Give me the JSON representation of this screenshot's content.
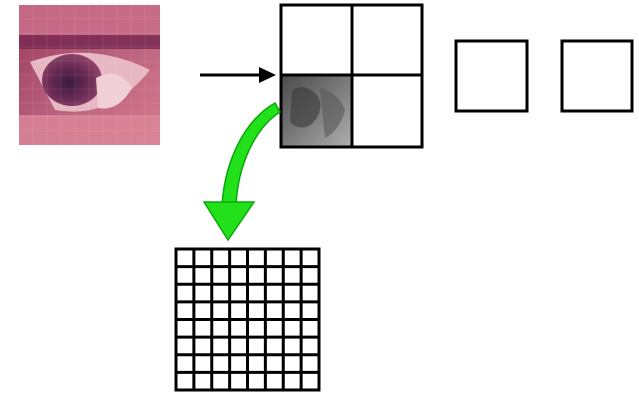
{
  "diagram": {
    "description_free": true,
    "colors": {
      "outline": "#000000",
      "background": "#ffffff",
      "arrow_primary": "#000000",
      "arrow_curved": "#22e01a",
      "arrow_curved_shadow": "#0aa80a"
    },
    "block_grid": {
      "rows": 2,
      "cols": 2,
      "filled_cell": "bottom-left"
    },
    "extra_blocks": {
      "count": 2
    },
    "dct_grid": {
      "rows": 8,
      "cols": 8
    },
    "icons": {
      "source_image": "eye-photo-icon",
      "gray_block": "grayscale-block-icon"
    }
  }
}
